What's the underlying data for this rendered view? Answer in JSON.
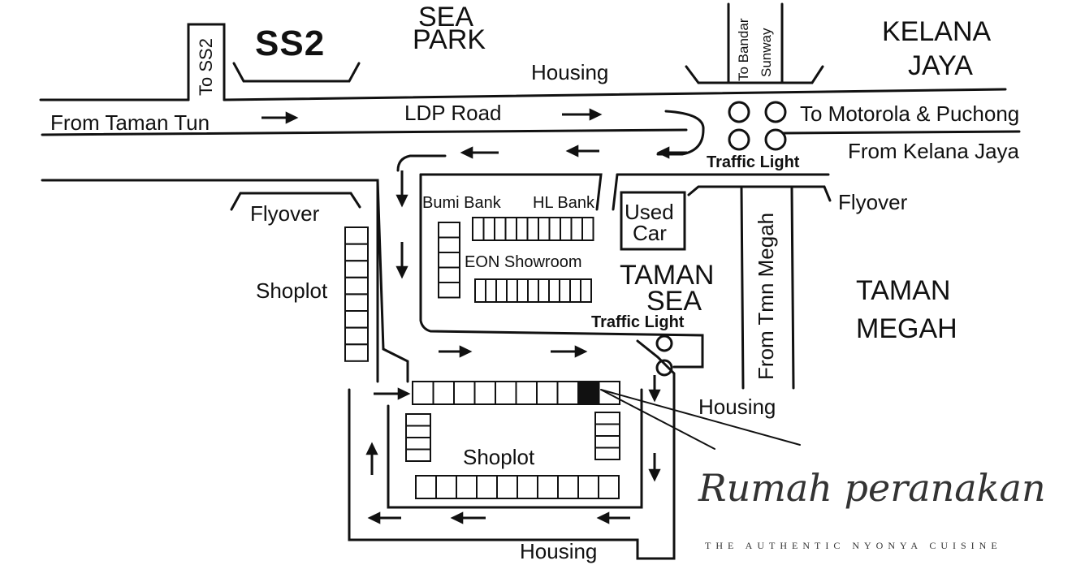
{
  "labels": {
    "ss2": "SS2",
    "sea_park_1": "SEA",
    "sea_park_2": "PARK",
    "kelana_1": "KELANA",
    "kelana_2": "JAYA",
    "housing_top": "Housing",
    "from_taman_tun": "From Taman Tun",
    "ldp_road": "LDP Road",
    "to_motorola": "To Motorola & Puchong",
    "from_kelana": "From Kelana Jaya",
    "traffic_light_top": "Traffic Light",
    "flyover_left": "Flyover",
    "flyover_right": "Flyover",
    "bumi_bank": "Bumi Bank",
    "hl_bank": "HL Bank",
    "used": "Used",
    "car": "Car",
    "eon_showroom": "EON Showroom",
    "shoplot_left": "Shoplot",
    "taman_sea_1": "TAMAN",
    "taman_sea_2": "SEA",
    "traffic_light_mid": "Traffic Light",
    "taman_megah_1": "TAMAN",
    "taman_megah_2": "MEGAH",
    "housing_right": "Housing",
    "shoplot_bottom": "Shoplot",
    "housing_bottom": "Housing",
    "to_ss2": "To SS2",
    "to_bandar": "To Bandar",
    "sunway": "Sunway",
    "from_tmn_megah": "From Tmn Megah"
  },
  "brand": {
    "name": "Rumah peranakan",
    "tagline": "THE AUTHENTIC NYONYA CUISINE"
  }
}
